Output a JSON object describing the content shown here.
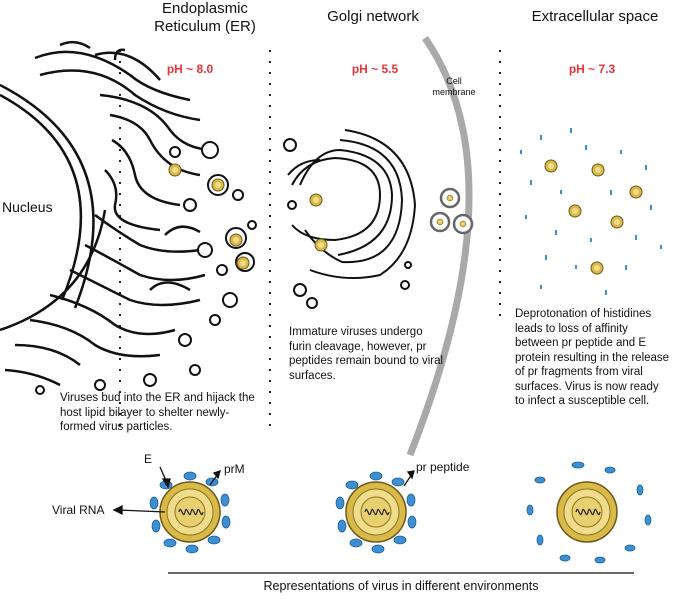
{
  "headers": {
    "er": "Endoplasmic Reticulum (ER)",
    "golgi": "Golgi network",
    "extracellular": "Extracellular space"
  },
  "ph": {
    "er": "pH ~ 8.0",
    "golgi": "pH ~ 5.5",
    "extracellular": "pH ~ 7.3"
  },
  "labels": {
    "nucleus": "Nucleus",
    "cell_membrane": "Cell membrane",
    "e": "E",
    "prm": "prM",
    "viral_rna": "Viral RNA",
    "pr_peptide": "pr peptide",
    "caption": "Representations of virus in different environments"
  },
  "descriptions": {
    "er": "Viruses bud into the ER and hijack the host lipid bilayer to shelter newly-formed virus particles.",
    "golgi": "Immature viruses undergo furin cleavage, however, pr peptides remain bound to viral surfaces.",
    "extracellular": "Deprotonation of histidines leads to loss of affinity between pr peptide and E protein resulting in the release of pr fragments from viral surfaces. Virus is now ready to infect a susceptible cell."
  },
  "colors": {
    "ph_text": "#e8333a",
    "membrane": "#a9a9a9",
    "virus_gold": "#d9b94a",
    "virus_core": "#f0dc8a",
    "protein_blue": "#3d8fd1"
  }
}
